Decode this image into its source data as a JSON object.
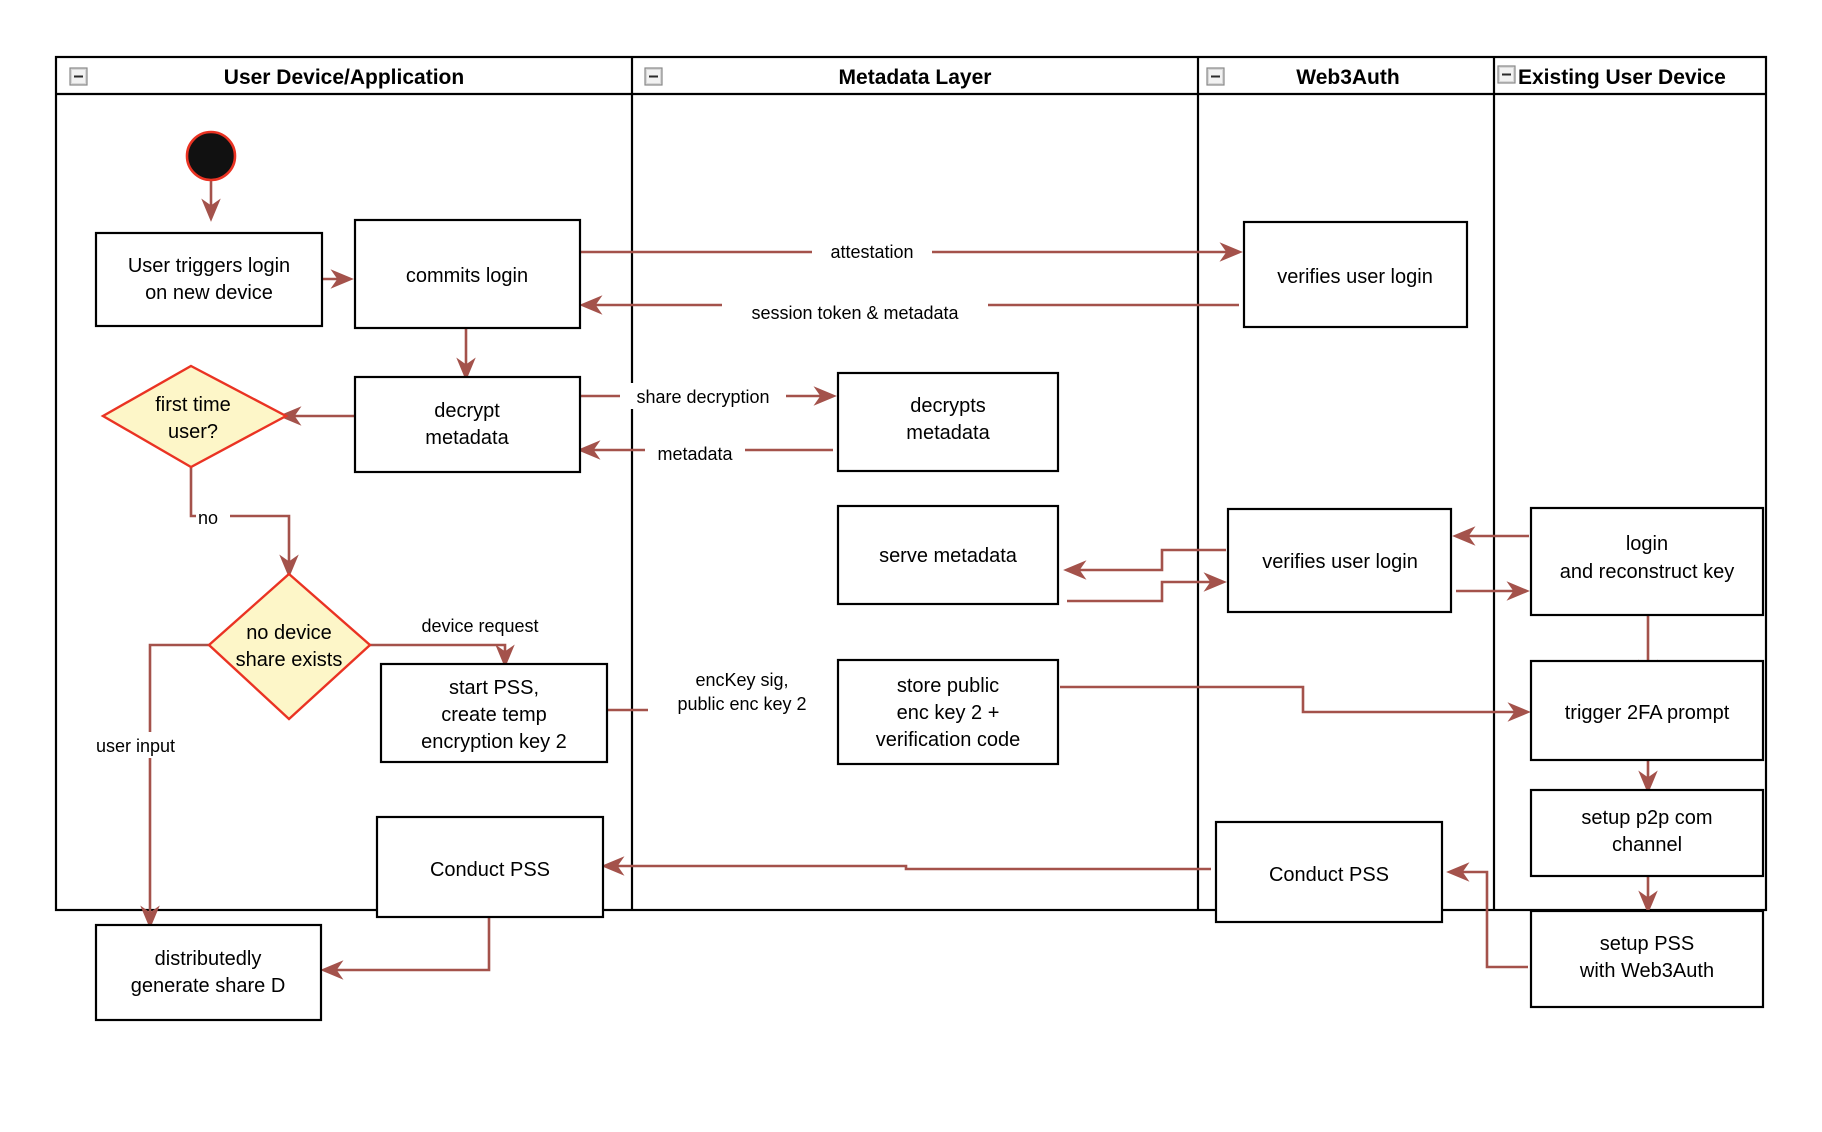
{
  "diagram": {
    "type": "swimlane-activity-diagram",
    "title": "Web3Auth new-device login and PSS key share flow",
    "colors": {
      "edge": "#a4524b",
      "decision_fill": "#fdf6c8",
      "decision_stroke": "#ea3323",
      "node_stroke": "#000000",
      "node_fill": "#ffffff",
      "start_node": "#111111",
      "background": "#ffffff"
    },
    "lanes": [
      {
        "id": "lane-user-device",
        "label": "User Device/Application",
        "collapse_icon": "minus-icon"
      },
      {
        "id": "lane-metadata",
        "label": "Metadata Layer",
        "collapse_icon": "minus-icon"
      },
      {
        "id": "lane-web3auth",
        "label": "Web3Auth",
        "collapse_icon": "minus-icon"
      },
      {
        "id": "lane-existing-device",
        "label": "Existing User Device",
        "collapse_icon": "minus-icon"
      }
    ],
    "nodes": [
      {
        "id": "start",
        "shape": "initial-node",
        "lane": "lane-user-device",
        "label": ""
      },
      {
        "id": "n-user-triggers-login",
        "shape": "rect",
        "lane": "lane-user-device",
        "label": "User triggers login\non new device",
        "lines": [
          "User triggers login",
          "on new device"
        ]
      },
      {
        "id": "n-commits-login",
        "shape": "rect",
        "lane": "lane-user-device",
        "label": "commits login",
        "lines": [
          "commits login"
        ]
      },
      {
        "id": "n-decrypt-metadata",
        "shape": "rect",
        "lane": "lane-user-device",
        "label": "decrypt\nmetadata",
        "lines": [
          "decrypt",
          "metadata"
        ]
      },
      {
        "id": "n-first-time-user",
        "shape": "diamond",
        "lane": "lane-user-device",
        "label": "first time\nuser?",
        "lines": [
          "first time",
          "user?"
        ]
      },
      {
        "id": "n-no-device-share",
        "shape": "diamond",
        "lane": "lane-user-device",
        "label": "no device\nshare exists",
        "lines": [
          "no device",
          "share exists"
        ]
      },
      {
        "id": "n-start-pss",
        "shape": "rect",
        "lane": "lane-user-device",
        "label": "start PSS,\ncreate temp\nencryption key 2",
        "lines": [
          "start PSS,",
          "create temp",
          "encryption key 2"
        ]
      },
      {
        "id": "n-conduct-pss-user",
        "shape": "rect",
        "lane": "lane-user-device",
        "label": "Conduct PSS",
        "lines": [
          "Conduct PSS"
        ]
      },
      {
        "id": "n-generate-share-d",
        "shape": "rect",
        "lane": "lane-user-device",
        "label": "distributedly\ngenerate share D",
        "lines": [
          "distributedly",
          "generate share D"
        ]
      },
      {
        "id": "n-decrypts-metadata",
        "shape": "rect",
        "lane": "lane-metadata",
        "label": "decrypts\nmetadata",
        "lines": [
          "decrypts",
          "metadata"
        ]
      },
      {
        "id": "n-serve-metadata",
        "shape": "rect",
        "lane": "lane-metadata",
        "label": "serve metadata",
        "lines": [
          "serve metadata"
        ]
      },
      {
        "id": "n-store-public-enc-key",
        "shape": "rect",
        "lane": "lane-metadata",
        "label": "store public\nenc key 2 +\nverification code",
        "lines": [
          "store public",
          "enc key 2 +",
          "verification code"
        ]
      },
      {
        "id": "n-verifies-user-login-1",
        "shape": "rect",
        "lane": "lane-web3auth",
        "label": "verifies user login",
        "lines": [
          "verifies user login"
        ]
      },
      {
        "id": "n-verifies-user-login-2",
        "shape": "rect",
        "lane": "lane-web3auth",
        "label": "verifies user login",
        "lines": [
          "verifies user login"
        ]
      },
      {
        "id": "n-conduct-pss-web3auth",
        "shape": "rect",
        "lane": "lane-web3auth",
        "label": "Conduct PSS",
        "lines": [
          "Conduct PSS"
        ]
      },
      {
        "id": "n-login-reconstruct-key",
        "shape": "rect",
        "lane": "lane-existing-device",
        "label": "login\nand reconstruct key",
        "lines": [
          "login",
          "and reconstruct key"
        ]
      },
      {
        "id": "n-trigger-2fa",
        "shape": "rect",
        "lane": "lane-existing-device",
        "label": "trigger 2FA prompt",
        "lines": [
          "trigger 2FA prompt"
        ]
      },
      {
        "id": "n-setup-p2p",
        "shape": "rect",
        "lane": "lane-existing-device",
        "label": "setup p2p com\nchannel",
        "lines": [
          "setup p2p com",
          "channel"
        ]
      },
      {
        "id": "n-setup-pss-web3auth",
        "shape": "rect",
        "lane": "lane-existing-device",
        "label": "setup PSS\nwith Web3Auth",
        "lines": [
          "setup PSS",
          "with Web3Auth"
        ]
      }
    ],
    "edge_labels": [
      {
        "id": "lbl-attestation",
        "text": "attestation"
      },
      {
        "id": "lbl-session-token",
        "text": "session token & metadata"
      },
      {
        "id": "lbl-share-decryption",
        "text": "share decryption"
      },
      {
        "id": "lbl-metadata",
        "text": "metadata"
      },
      {
        "id": "lbl-no",
        "text": "no"
      },
      {
        "id": "lbl-device-request",
        "text": "device request"
      },
      {
        "id": "lbl-user-input",
        "text": "user input"
      },
      {
        "id": "lbl-enckey-sig-1",
        "text": "encKey sig,"
      },
      {
        "id": "lbl-enckey-sig-2",
        "text": "public enc key 2"
      }
    ]
  }
}
